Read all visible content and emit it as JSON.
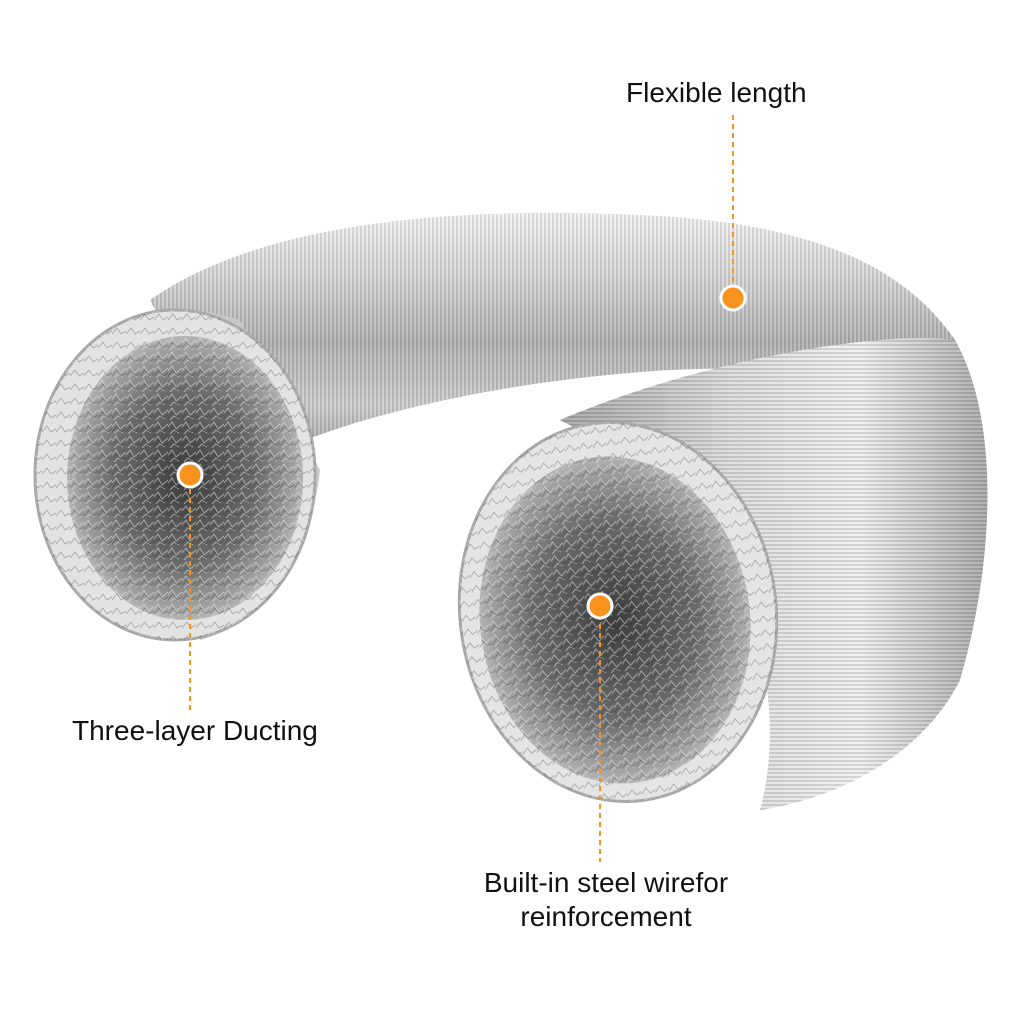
{
  "callouts": {
    "flexible_length": "Flexible length",
    "three_layer": "Three-layer Ducting",
    "steel_wire_line1": "Built-in steel wirefor",
    "steel_wire_line2": "reinforcement"
  },
  "colors": {
    "accent": "#f7931e",
    "background": "#ffffff",
    "foil_light": "#eeeeee",
    "foil_mid": "#b9b9b9",
    "foil_dark": "#5e5e5e"
  }
}
